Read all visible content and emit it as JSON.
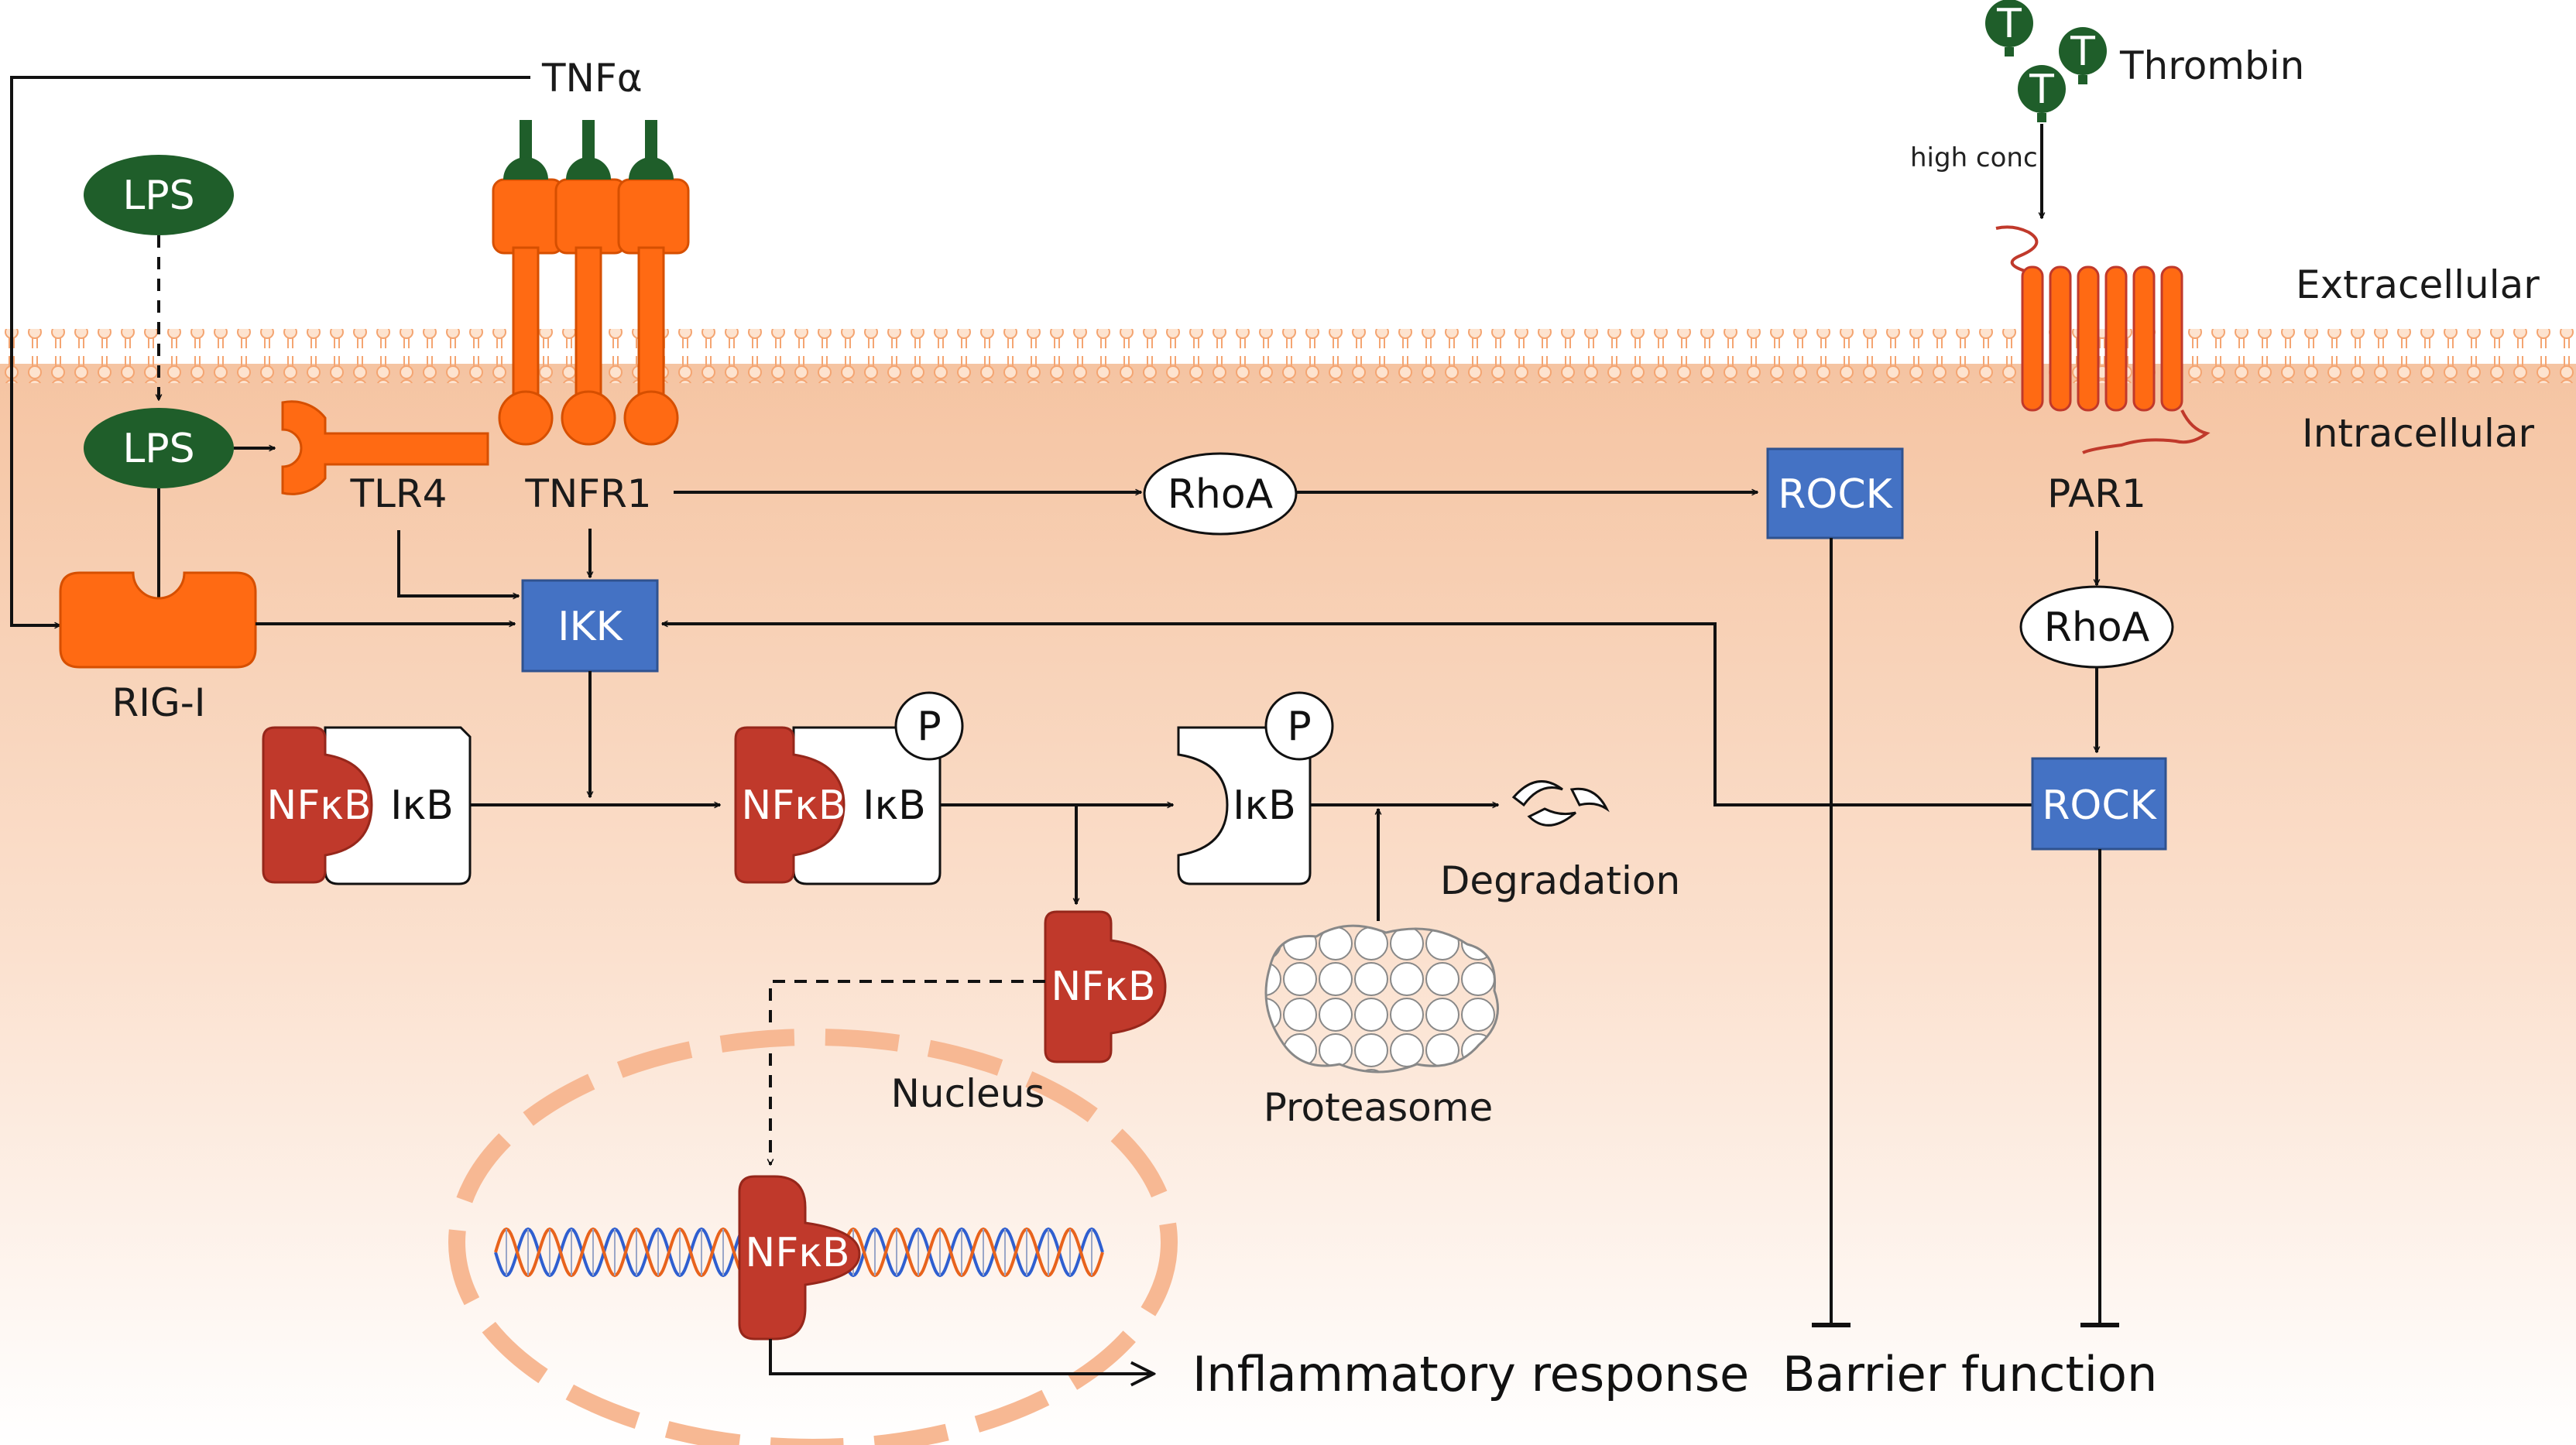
{
  "labels": {
    "tnfa": "TNFα",
    "thrombin": "Thrombin",
    "high_conc": "high conc.",
    "extracellular": "Extracellular",
    "intracellular": "Intracellular",
    "lps_outer": "LPS",
    "lps_inner": "LPS",
    "tlr4": "TLR4",
    "tnfr1": "TNFR1",
    "rhoa_1": "RhoA",
    "rock_1": "ROCK",
    "par1": "PAR1",
    "rhoa_2": "RhoA",
    "rock_2": "ROCK",
    "rig_i": "RIG-I",
    "ikk": "IKK",
    "nfkb_1": "NFκB",
    "ikb_1": "IκB",
    "nfkb_2": "NFκB",
    "ikb_2": "IκB",
    "p_2": "P",
    "ikb_3": "IκB",
    "p_3": "P",
    "degradation": "Degradation",
    "nfkb_free": "NFκB",
    "nucleus": "Nucleus",
    "proteasome": "Proteasome",
    "nfkb_dna": "NFκB",
    "thrombin_t1": "T",
    "thrombin_t2": "T",
    "thrombin_t3": "T",
    "inflammatory_response": "Inflammatory response",
    "barrier_function": "Barrier function"
  },
  "colors": {
    "receptor_orange": "#ff6a13",
    "protein_green": "#1f5e2a",
    "kinase_blue": "#4472c4",
    "nfkb_red": "#c0392b",
    "membrane": "#f6b88a",
    "cytoplasm": "#f8c9a8",
    "nucleus_envelope": "#f7b893"
  }
}
